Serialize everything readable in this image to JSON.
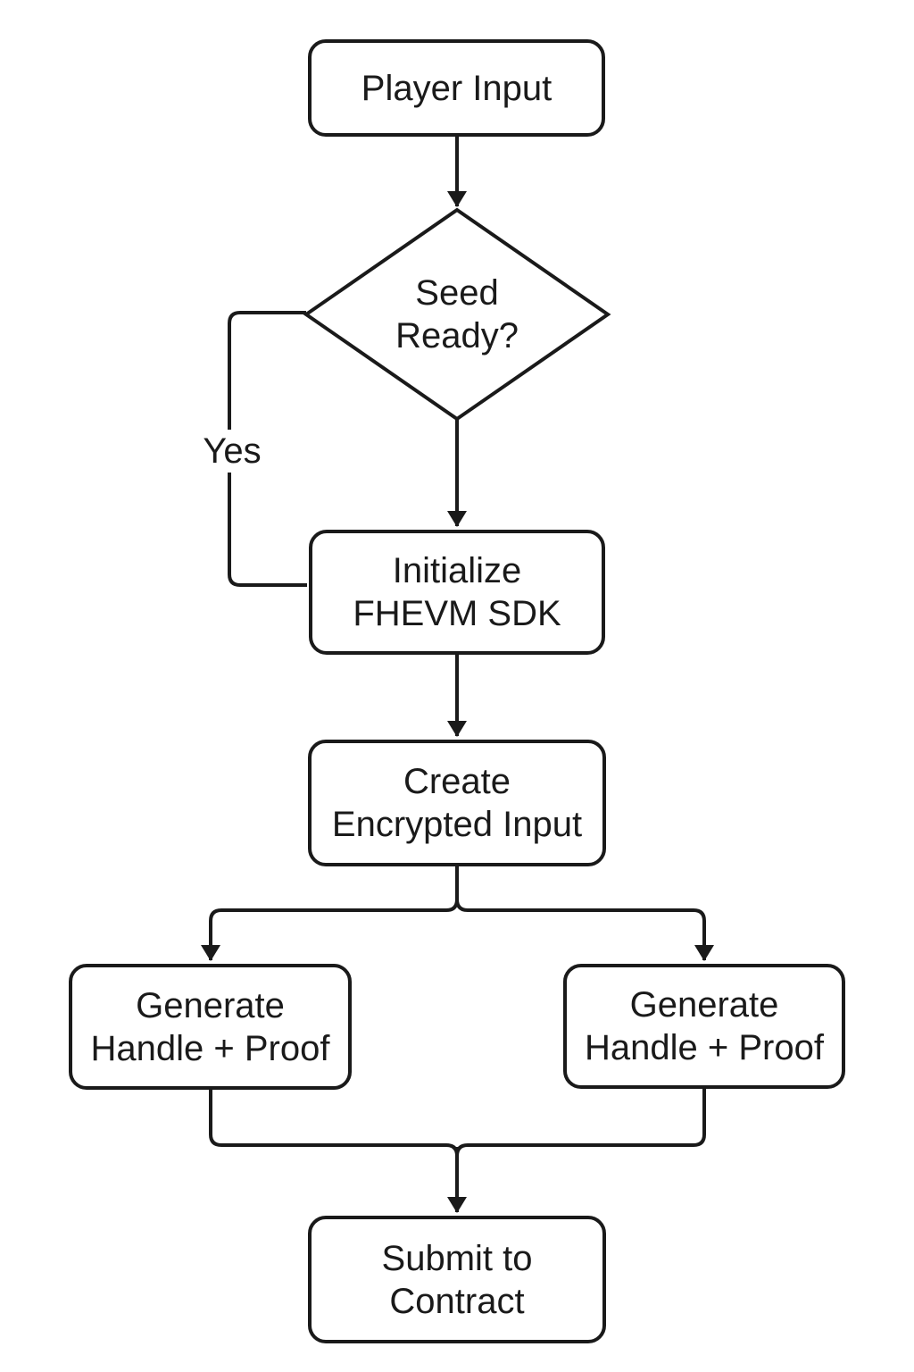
{
  "diagram": {
    "type": "flowchart",
    "direction": "top-down",
    "nodes": {
      "player_input": {
        "label": "Player Input",
        "shape": "rounded-rect"
      },
      "seed_ready": {
        "label": "Seed\nReady?",
        "shape": "diamond"
      },
      "initialize_sdk": {
        "label": "Initialize\nFHEVM SDK",
        "shape": "rounded-rect"
      },
      "create_encrypted_input": {
        "label": "Create\nEncrypted Input",
        "shape": "rounded-rect"
      },
      "generate_handle_proof_left": {
        "label": "Generate\nHandle + Proof",
        "shape": "rounded-rect"
      },
      "generate_handle_proof_right": {
        "label": "Generate\nHandle + Proof",
        "shape": "rounded-rect"
      },
      "submit_to_contract": {
        "label": "Submit to\nContract",
        "shape": "rounded-rect"
      }
    },
    "edges": [
      {
        "from": "player_input",
        "to": "seed_ready",
        "label": ""
      },
      {
        "from": "seed_ready",
        "to": "initialize_sdk",
        "label": ""
      },
      {
        "from": "seed_ready",
        "to": "initialize_sdk",
        "label": "Yes",
        "route": "loop-left"
      },
      {
        "from": "initialize_sdk",
        "to": "create_encrypted_input",
        "label": ""
      },
      {
        "from": "create_encrypted_input",
        "to": "generate_handle_proof_left",
        "label": ""
      },
      {
        "from": "create_encrypted_input",
        "to": "generate_handle_proof_right",
        "label": ""
      },
      {
        "from": "generate_handle_proof_left",
        "to": "submit_to_contract",
        "label": ""
      },
      {
        "from": "generate_handle_proof_right",
        "to": "submit_to_contract",
        "label": ""
      }
    ],
    "edge_labels": {
      "yes": "Yes"
    },
    "colors": {
      "stroke": "#1a1a1a",
      "node_fill": "#ffffff",
      "background": "#ffffff",
      "text": "#1a1a1a"
    }
  }
}
